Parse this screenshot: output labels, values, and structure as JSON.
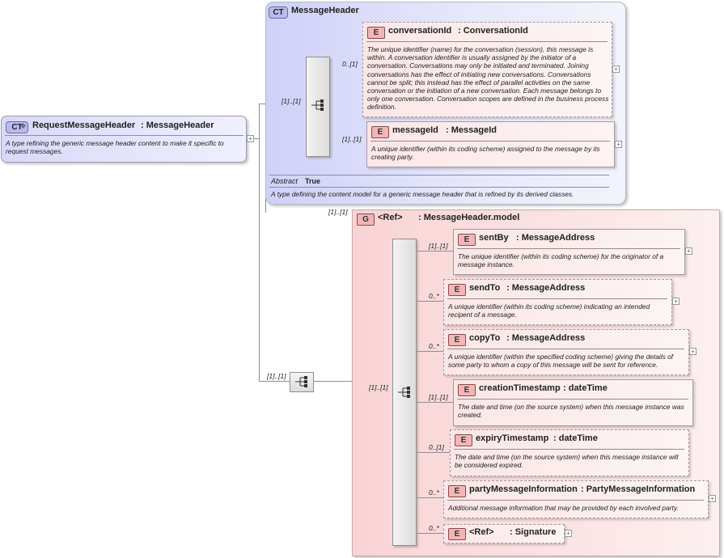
{
  "root": {
    "badge": "CT",
    "name": "RequestMessageHeader",
    "type": ": MessageHeader",
    "description": "A type refining the generic message header content to make it specific to request messages."
  },
  "message_header": {
    "badge": "CT",
    "title": "MessageHeader",
    "outer_cardinality": "[1]..[1]",
    "abstract_label": "Abstract",
    "abstract_value": "True",
    "description": "A type defining the content model for a generic message header that is refined by its derived classes.",
    "elements": [
      {
        "badge": "E",
        "name": "conversationId",
        "type": ": ConversationId",
        "cardinality": "0..[1]",
        "description": "The unique identifier (name) for the conversation (session), this message is within. A conversation identifier is usually assigned by the initiator of a conversation. Conversations may only be initiated and terminated. Joining conversations has the effect of initiating new conversations. Conversations cannot be split; this instead has the effect of parallel activities on the same conversation or the initiation of a new conversation. Each message belongs to only one conversation. Conversation scopes are defined in the business process definition."
      },
      {
        "badge": "E",
        "name": "messageId",
        "type": ": MessageId",
        "cardinality": "[1]..[1]",
        "description": "A unique identifier (within its coding scheme) assigned to the message by its creating party."
      }
    ]
  },
  "model_group": {
    "badge": "G",
    "ref": "<Ref>",
    "type": ": MessageHeader.model",
    "outer_cardinality": "[1]..[1]",
    "sequence_cardinality": "[1]..[1]",
    "group_cardinality": "[1]..[1]",
    "elements": [
      {
        "badge": "E",
        "name": "sentBy",
        "type": ": MessageAddress",
        "cardinality": "[1]..[1]",
        "description": "The unique identifier (within its coding scheme) for the originator of a message instance."
      },
      {
        "badge": "E",
        "name": "sendTo",
        "type": ": MessageAddress",
        "cardinality": "0..*",
        "description": "A unique identifier (within its coding scheme) indicating an intended recipent of a message."
      },
      {
        "badge": "E",
        "name": "copyTo",
        "type": ": MessageAddress",
        "cardinality": "0..*",
        "description": "A unique identifier (within the specified coding scheme) giving the details of some party to whom a copy of this message will be sent for reference."
      },
      {
        "badge": "E",
        "name": "creationTimestamp",
        "type": ": dateTime",
        "cardinality": "[1]..[1]",
        "description": "The date and time (on the source system) when this message instance was created."
      },
      {
        "badge": "E",
        "name": "expiryTimestamp",
        "type": ": dateTime",
        "cardinality": "0..[1]",
        "description": "The date and time (on the source system) when this message instance will be considered expired."
      },
      {
        "badge": "E",
        "name": "partyMessageInformation",
        "type": ": PartyMessageInformation",
        "cardinality": "0..*",
        "description": "Additional message information that may be provided by each involved party."
      },
      {
        "badge": "E",
        "name": "<Ref>",
        "type": ": Signature",
        "cardinality": "0..*",
        "description": ""
      }
    ]
  },
  "expand_symbol": "+"
}
